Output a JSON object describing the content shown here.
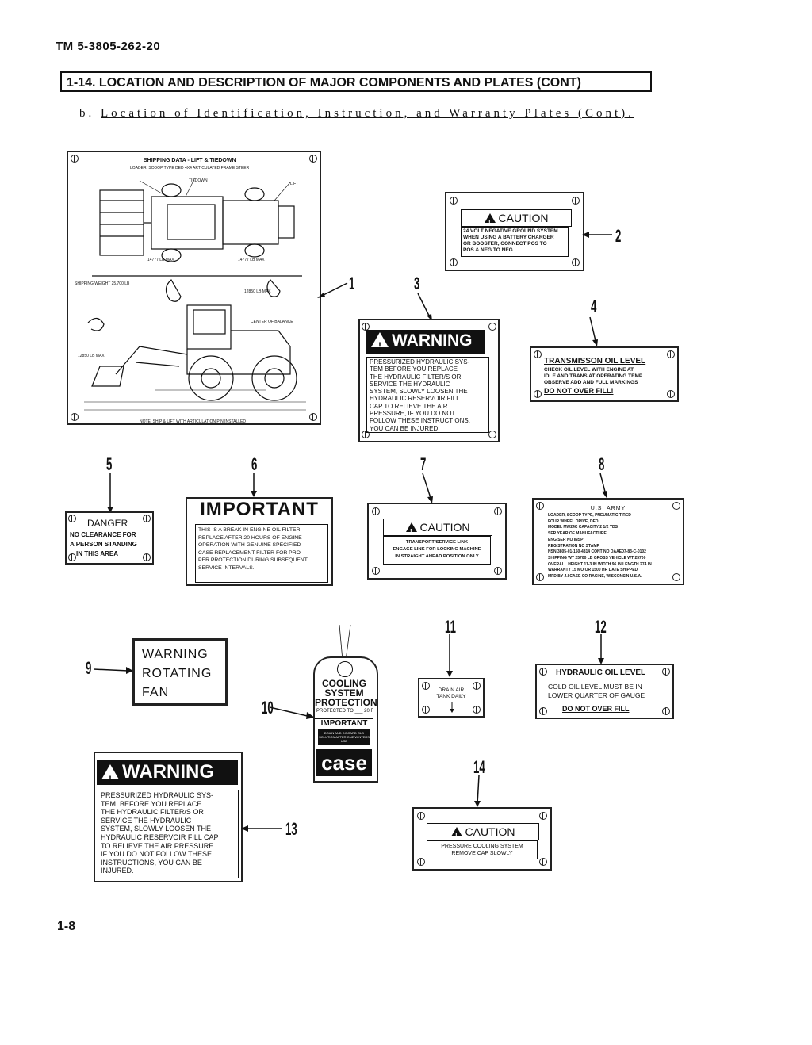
{
  "header": {
    "tm": "TM 5-3805-262-20"
  },
  "section": {
    "title": "1-14.  LOCATION AND DESCRIPTION OF MAJOR COMPONENTS AND PLATES (CONT)"
  },
  "subheading": {
    "prefix": "b.",
    "text": "Location of Identification, Instruction, and Warranty Plates (Cont)."
  },
  "footer": {
    "page": "1-8"
  },
  "callouts": [
    "1",
    "2",
    "3",
    "4",
    "5",
    "6",
    "7",
    "8",
    "9",
    "10",
    "11",
    "12",
    "13",
    "14"
  ],
  "plate1": {
    "title": "SHIPPING DATA - LIFT & TIEDOWN",
    "sub1": "LOADER, SCOOP TYPE DED 4X4 ARTICULATED FRAME STEER",
    "weight": "SHIPPING WEIGHT 25,700 LB",
    "tiedown": "TIEDOWN",
    "lift": "LIFT",
    "cob": "CENTER OF BALANCE",
    "note": "NOTE: SHIP & LIFT WITH ARTICULATION PIN INSTALLED",
    "l1": "14777 LB MAX",
    "l2": "14777 LB MAX",
    "l3": "12850 LB MAX",
    "l4": "12850 LB MAX"
  },
  "plate2": {
    "header": "CAUTION",
    "lines": [
      "24 VOLT NEGATIVE GROUND SYSTEM",
      "WHEN USING A BATTERY CHARGER",
      "OR BOOSTER, CONNECT POS TO",
      "POS & NEG TO NEG"
    ]
  },
  "plate3": {
    "header": "WARNING",
    "lines": [
      "PRESSURIZED HYDRAULIC SYS-",
      "TEM BEFORE YOU REPLACE",
      "THE HYDRAULIC FILTER/S OR",
      "SERVICE THE HYDRAULIC",
      "SYSTEM, SLOWLY LOOSEN THE",
      "HYDRAULIC RESERVOIR FILL",
      "CAP TO RELIEVE THE AIR",
      "PRESSURE, IF YOU DO NOT",
      "FOLLOW THESE INSTRUCTIONS,",
      "YOU CAN BE INJURED."
    ]
  },
  "plate4": {
    "title": "TRANSMISSON OIL LEVEL",
    "lines": [
      "CHECK OIL LEVEL WITH ENGINE AT",
      "IDLE AND TRANS AT OPERATING TEMP",
      "OBSERVE ADD AND FULL MARKINGS"
    ],
    "footer": "DO NOT OVER FILL!"
  },
  "plate5": {
    "header": "DANGER",
    "lines": [
      "NO CLEARANCE FOR",
      "A PERSON STANDING",
      "IN THIS AREA"
    ]
  },
  "plate6": {
    "header": "IMPORTANT",
    "lines": [
      "THIS IS A BREAK IN ENGINE OIL FILTER.",
      "REPLACE AFTER 20 HOURS OF ENGINE",
      "OPERATION WITH GENUINE SPECIFIED",
      "CASE REPLACEMENT FILTER FOR PRO-",
      "PER PROTECTION DURING SUBSEQUENT",
      "SERVICE INTERVALS."
    ]
  },
  "plate7": {
    "header": "CAUTION",
    "lines": [
      "TRANSPORT/SERVICE LINK",
      "ENGAGE LINK FOR LOCKING MACHINE",
      "IN STRAIGHT AHEAD POSITION ONLY"
    ]
  },
  "plate8": {
    "title": "U.S. ARMY",
    "lines": [
      "LOADER, SCOOP TYPE, PNEUMATIC TIRED",
      "FOUR WHEEL DRIVE, DED",
      "MODEL MW24C  CAPACITY 2 1/2 YDS",
      "SER             YEAR OF MANUFACTURE",
      "ENG SER NO                    INSP",
      "REGISTRATION NO              STAMP",
      "NSN 3805-01-150-4814 CONT NO DAAE07-83-C-0102",
      "SHIPPING WT 25700 LB GROSS VEHICLE WT 25700",
      "OVERALL HEIGHT 11-3 IN WIDTH 96 IN LENGTH 274 IN",
      "WARRANTY 15 MO OR 1500 HR DATE SHIPPED",
      "MFD BY J.I.CASE CO RACINE, WISCONSIN U.S.A."
    ]
  },
  "plate9": {
    "lines": [
      "WARNING",
      "ROTATING",
      "FAN"
    ]
  },
  "plate10": {
    "lines": [
      "COOLING",
      "SYSTEM",
      "PROTECTION"
    ],
    "protected": "PROTECTED TO ___ 20 F",
    "important": "IMPORTANT",
    "drain": "DRAIN AND DISCARD OLD SOLUTION AFTER ONE WINTERS USE",
    "brand": "case"
  },
  "plate11": {
    "lines": [
      "DRAIN AIR",
      "TANK  DAILY"
    ]
  },
  "plate12": {
    "title": "HYDRAULIC OIL LEVEL",
    "lines": [
      "COLD OIL LEVEL MUST BE IN",
      "LOWER QUARTER OF GAUGE"
    ],
    "footer": "DO NOT OVER FILL"
  },
  "plate13": {
    "header": "WARNING",
    "lines": [
      "PRESSURIZED HYDRAULIC SYS-",
      "TEM. BEFORE YOU REPLACE",
      "THE HYDRAULIC FILTER/S OR",
      "SERVICE THE HYDRAULIC",
      "SYSTEM, SLOWLY LOOSEN THE",
      "HYDRAULIC RESERVOIR FILL CAP",
      "TO RELIEVE THE AIR PRESSURE.",
      "IF YOU DO NOT FOLLOW THESE",
      "INSTRUCTIONS, YOU CAN BE",
      "INJURED."
    ]
  },
  "plate14": {
    "header": "CAUTION",
    "lines": [
      "PRESSURE COOLING SYSTEM",
      "REMOVE CAP SLOWLY"
    ]
  }
}
